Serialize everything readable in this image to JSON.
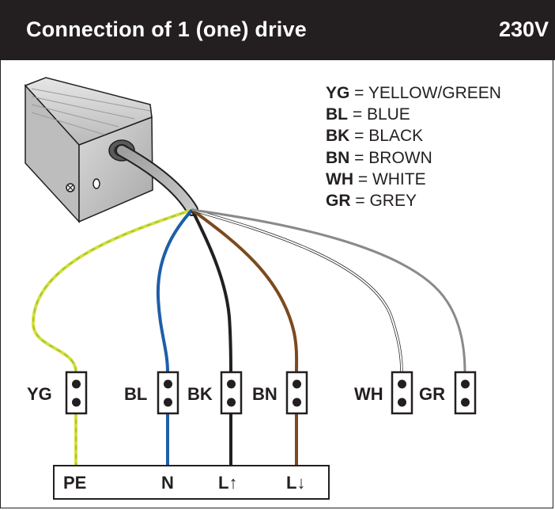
{
  "header": {
    "title": "Connection of 1 (one) drive",
    "voltage": "230V",
    "background": "#231f20"
  },
  "legend": [
    {
      "code": "YG",
      "sep": " = ",
      "name": "YELLOW/GREEN"
    },
    {
      "code": "BL",
      "sep": " = ",
      "name": "BLUE"
    },
    {
      "code": "BK",
      "sep": " = ",
      "name": "BLACK"
    },
    {
      "code": "BN",
      "sep": " = ",
      "name": "BROWN"
    },
    {
      "code": "WH",
      "sep": " = ",
      "name": "WHITE"
    },
    {
      "code": "GR",
      "sep": " = ",
      "name": "GREY"
    }
  ],
  "terminals": [
    "YG",
    "BL",
    "BK",
    "BN",
    "WH",
    "GR"
  ],
  "bottom_block": [
    "PE",
    "N",
    "L↑",
    "L↓"
  ],
  "wire_colors": {
    "YG": "#d8de3a",
    "YG_stripe": "#8cc63f",
    "BL": "#1f5ea8",
    "BK": "#231f20",
    "BN": "#7b4a1e",
    "WH": "#9a9a9a",
    "GR": "#8a8a8a"
  }
}
